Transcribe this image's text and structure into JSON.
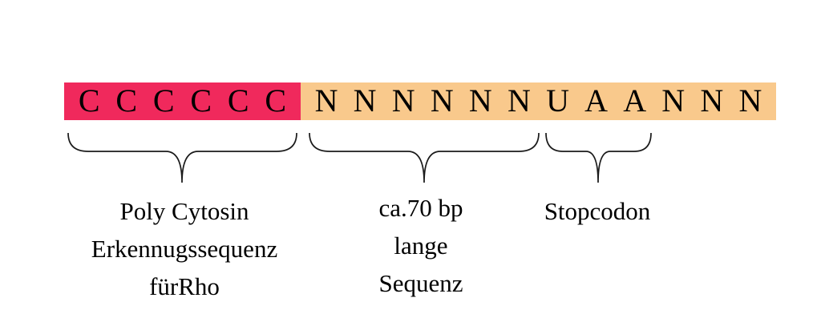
{
  "bar": {
    "segments": {
      "poly_c": {
        "color": "#F0295C",
        "letters": [
          "C",
          "C",
          "C",
          "C",
          "C",
          "C"
        ]
      },
      "main": {
        "color": "#F9C98C",
        "letters": [
          "N",
          "N",
          "N",
          "N",
          "N",
          "N",
          "U",
          "A",
          "A",
          "N",
          "N",
          "N"
        ]
      }
    }
  },
  "labels": {
    "poly_c": {
      "line1": "Poly Cytosin",
      "line2": "Erkennugssequenz",
      "line3": "fürRho"
    },
    "sequence": {
      "line1": "ca.70 bp",
      "line2": "lange",
      "line3": "Sequenz"
    },
    "stopcodon": {
      "line1": "Stopcodon"
    }
  },
  "colors": {
    "poly_c_segment": "#F0295C",
    "main_segment": "#F9C98C",
    "text": "#000000",
    "brace": "#1a1a1a"
  }
}
